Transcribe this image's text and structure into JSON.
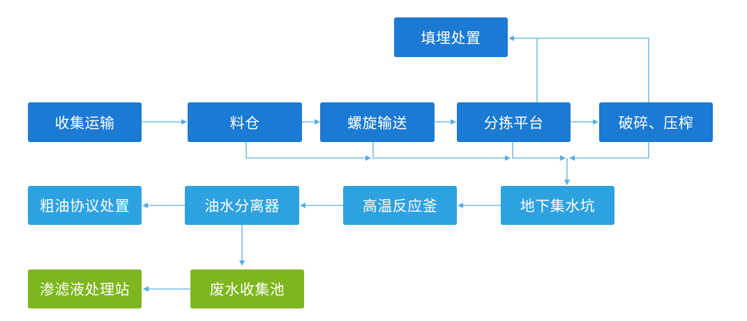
{
  "nodes": {
    "landfill": "填埋处置",
    "collection": "收集运输",
    "silo": "料仓",
    "screw": "螺旋输送",
    "sorting": "分拣平台",
    "crushing": "破碎、压榨",
    "sump": "地下集水坑",
    "reactor": "高温反应釜",
    "separator": "油水分离器",
    "crude_oil": "粗油协议处置",
    "wastewater": "废水收集池",
    "leachate": "渗滤液处理站"
  },
  "colors": {
    "primary": "#1b7ad3",
    "secondary": "#2ea1e1",
    "green": "#7db61e",
    "arrow": "#58ace6",
    "text": "#ffffff"
  }
}
